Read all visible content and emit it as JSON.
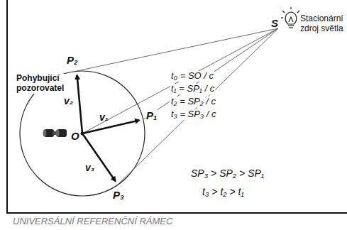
{
  "diagram": {
    "labels": [
      "S",
      "Stacionární zdroj světla",
      "t₀ = SO / c",
      "t₁ = SP₁ / c",
      "t₂ = SP₂ / c",
      "t₃ = SP₃ / c",
      "SP₃ > SP₂ > SP₁",
      "t₃ > t₂ > t₁",
      "P₂",
      "P₁",
      "P₃",
      "O",
      "v₁",
      "v₂",
      "v₃",
      "Pohybující pozorovatel",
      "UNIVERSÁLNÍ REFERENČNÍ RÁMEC"
    ]
  }
}
